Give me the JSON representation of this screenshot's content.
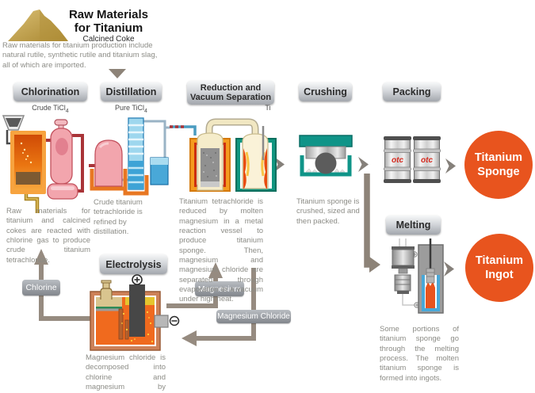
{
  "intro": {
    "title_line1": "Raw Materials",
    "title_line2": "for Titanium",
    "subtitle": "Calcined Coke",
    "description": "Raw materials for titanium production include natural rutile, synthetic rutile and titanium slag, all of which are imported."
  },
  "stages": {
    "chlorination": {
      "label": "Chlorination",
      "product_base": "Crude TiCl",
      "product_sub": "4",
      "description": "Raw materials for titanium and calcined cokes are reacted with chlorine gas to produce crude titanium tetrachloride."
    },
    "distillation": {
      "label": "Distillation",
      "product_base": "Pure TiCl",
      "product_sub": "4",
      "description": "Crude titanium tetrachloride is refined by distillation."
    },
    "reduction": {
      "label_line1": "Reduction and",
      "label_line2": "Vacuum Separation",
      "product": "Ti",
      "description": "Titanium tetrachloride is reduced by molten magnesium in a metal reaction vessel to produce titanium sponge. Then, magnesium and magnesium chloride are separated through evaporation in a vacuum under high heat."
    },
    "crushing": {
      "label": "Crushing",
      "description": "Titanium sponge is crushed, sized and then packed."
    },
    "packing": {
      "label": "Packing",
      "drum_text": "otc"
    },
    "melting": {
      "label": "Melting",
      "description": "Some portions of titanium sponge go through the melting process. The molten titanium sponge is formed into ingots."
    },
    "electrolysis": {
      "label": "Electrolysis",
      "anode_icon": "plus-circle",
      "cathode_icon": "minus-circle",
      "description": "Magnesium chloride is decomposed into chlorine and magnesium by electrolysis."
    }
  },
  "recycle": {
    "chlorine": "Chlorine",
    "magnesium": "Magnesium",
    "magnesium_chloride": "Magnesium Chloride"
  },
  "products": {
    "sponge_line1": "Titanium",
    "sponge_line2": "Sponge",
    "ingot_line1": "Titanium",
    "ingot_line2": "Ingot"
  },
  "colors": {
    "product_circle": "#E8541E",
    "flow_line": "#8D8378",
    "recycle_line": "#968B80",
    "flow_arrow": "#85807A",
    "header_text": "#2B2B2B",
    "description_text": "#8C8C86",
    "drum_logo": "#D62B1F",
    "furnace_orange": "#F7A33F",
    "teal_vessel": "#0F9680"
  }
}
